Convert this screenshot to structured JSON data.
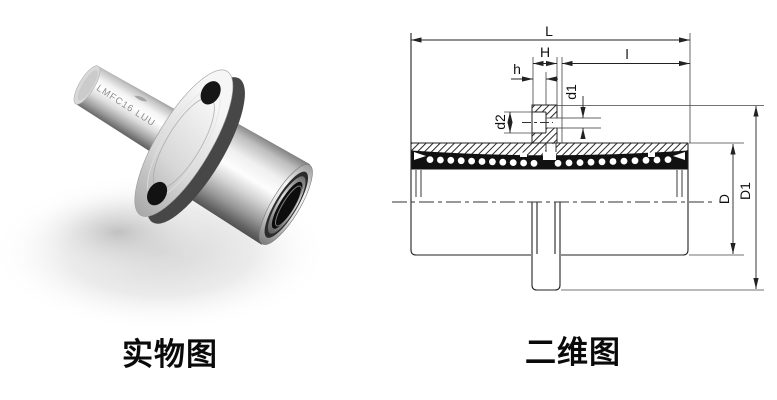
{
  "photo": {
    "caption": "实物图",
    "engraving": "LMFC16 LUU"
  },
  "drawing": {
    "caption": "二维图",
    "labels": {
      "L": "L",
      "H": "H",
      "h": "h",
      "l": "l",
      "d1": "d1",
      "d2": "d2",
      "D": "D",
      "D1": "D1"
    }
  },
  "colors": {
    "background": "#ffffff",
    "drawing_line": "#222222",
    "section_fill": "#111111",
    "caption_text": "#0a0a0a",
    "engraving_text": "#8e8e8e"
  }
}
